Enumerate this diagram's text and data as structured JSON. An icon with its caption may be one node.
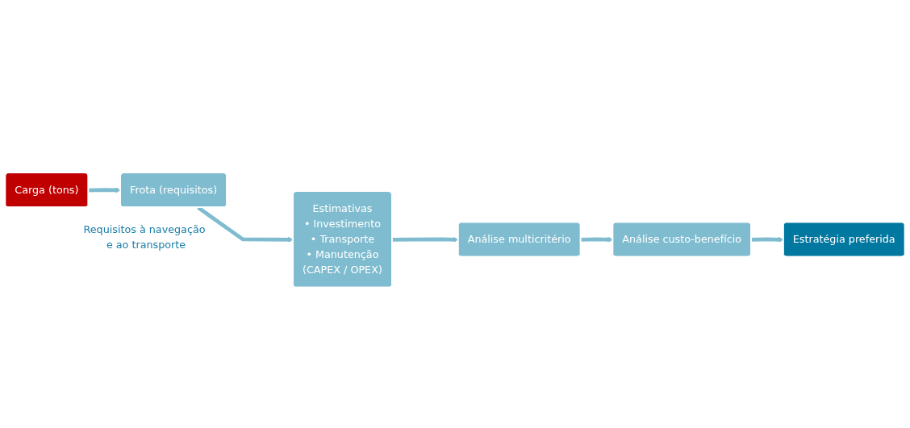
{
  "diagram": {
    "nodes": [
      {
        "text": [
          "Carga (tons)"
        ]
      },
      {
        "text": [
          "Frota (requisitos)"
        ],
        "beside": [
          "Requisitos à navegação e ao transporte"
        ]
      },
      {
        "text": [
          "Estimativas",
          "• Investimento",
          "• Transporte",
          "• Manutenção",
          "(CAPEX / OPEX)"
        ]
      },
      {
        "text": [
          "Análise multicritério"
        ]
      },
      {
        "text": [
          "Análise custo-benefício"
        ]
      },
      {
        "text": [
          "Estratégia preferida"
        ]
      }
    ],
    "edges": [
      {
        "from": 0,
        "to": 1,
        "arrow": "to"
      },
      {
        "from": 1,
        "to": 2,
        "arrow": "to"
      },
      {
        "from": 2,
        "to": 3,
        "arrow": "to"
      },
      {
        "from": 3,
        "to": 4,
        "arrow": "to"
      },
      {
        "from": 4,
        "to": 5,
        "arrow": "to"
      }
    ]
  }
}
